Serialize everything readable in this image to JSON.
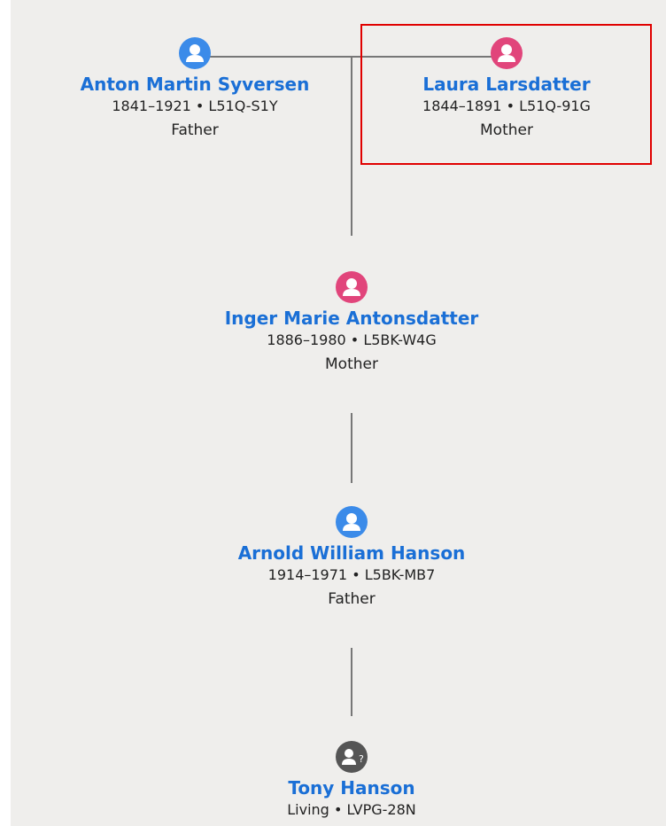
{
  "colors": {
    "male": "#3b8be9",
    "female": "#e1457b",
    "unknown": "#555555",
    "name_link": "#1a6fd6",
    "highlight": "#e00000"
  },
  "persons": [
    {
      "name": "Anton Martin Syversen",
      "lifespan": "1841–1921",
      "pid": "L51Q-S1Y",
      "relation": "Father",
      "gender_icon": "male-person-icon"
    },
    {
      "name": "Laura Larsdatter",
      "lifespan": "1844–1891",
      "pid": "L51Q-91G",
      "relation": "Mother",
      "gender_icon": "female-person-icon"
    },
    {
      "name": "Inger Marie Antonsdatter",
      "lifespan": "1886–1980",
      "pid": "L5BK-W4G",
      "relation": "Mother",
      "gender_icon": "female-person-icon"
    },
    {
      "name": "Arnold William Hanson",
      "lifespan": "1914–1971",
      "pid": "L5BK-MB7",
      "relation": "Father",
      "gender_icon": "male-person-icon"
    },
    {
      "name": "Tony Hanson",
      "lifespan": "Living",
      "pid": "LVPG-28N",
      "relation": "",
      "gender_icon": "unknown-person-icon"
    }
  ],
  "separator": "•"
}
